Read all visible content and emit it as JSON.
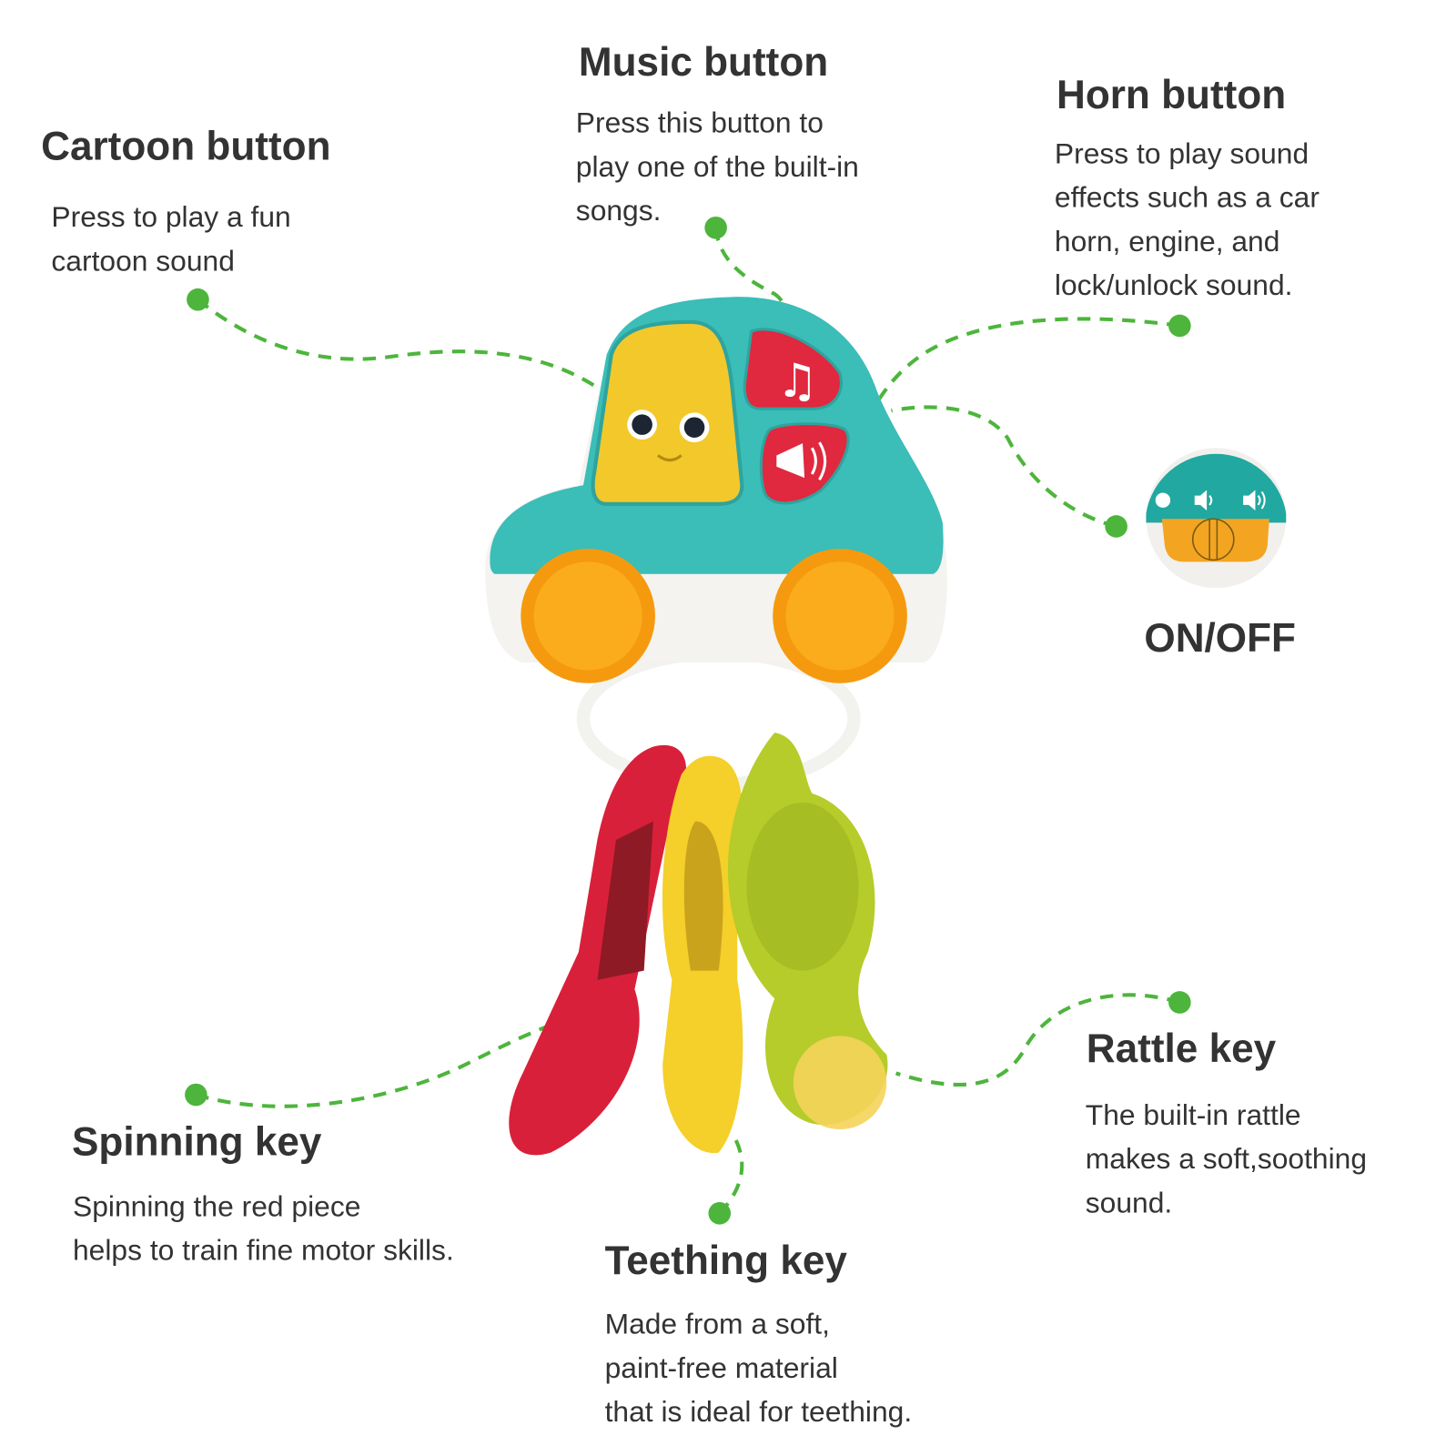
{
  "features": {
    "cartoon": {
      "title": "Cartoon button",
      "lines": [
        "Press to play a fun",
        "cartoon sound"
      ]
    },
    "music": {
      "title": "Music button",
      "lines": [
        "Press this button to",
        "play one of the built-in",
        "songs."
      ]
    },
    "horn": {
      "title": "Horn button",
      "lines": [
        "Press to play sound",
        "effects such as a car",
        "horn, engine, and",
        "lock/unlock sound."
      ]
    },
    "onoff": {
      "title": "ON/OFF"
    },
    "spinning": {
      "title": "Spinning key",
      "lines": [
        "Spinning the red piece",
        "helps to train fine motor skills."
      ]
    },
    "teething": {
      "title": "Teething key",
      "lines": [
        "Made from a soft,",
        "paint-free material",
        "that is ideal for teething."
      ]
    },
    "rattle": {
      "title": "Rattle key",
      "lines": [
        "The built-in rattle",
        "makes a soft,soothing",
        "sound."
      ]
    }
  },
  "colors": {
    "leader": "#4db53c",
    "text": "#333333",
    "teal": "#3bbdb8",
    "orange": "#f59a0e",
    "red": "#e0283e",
    "yellow": "#f5cf2a",
    "green": "#b5cc2a"
  }
}
